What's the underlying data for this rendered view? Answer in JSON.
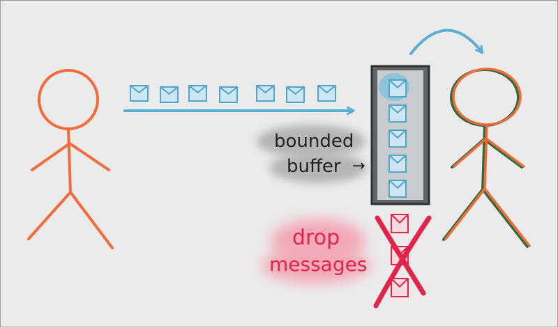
{
  "labels": {
    "buffer_line1": "bounded",
    "buffer_line2": "buffer",
    "buffer_arrow": "→",
    "drop_line1": "drop",
    "drop_line2": "messages"
  },
  "colors": {
    "producer": "#f26b3a",
    "consumer": "#f26b3a",
    "consumer_shadow": "#2e6b3d",
    "flow_arrow": "#5aaed4",
    "envelope_stroke": "#4aa6cc",
    "envelope_fill": "#cfe6f2",
    "buffer_fill": "#5f6366",
    "buffer_inner": "#c8cccf",
    "drop": "#e0244a",
    "label_bg": "#bdbdbd",
    "drop_bg": "#f6b8c4"
  },
  "diagram": {
    "in_flight_messages": 7,
    "buffered_messages": 5,
    "dropped_messages": 3
  }
}
